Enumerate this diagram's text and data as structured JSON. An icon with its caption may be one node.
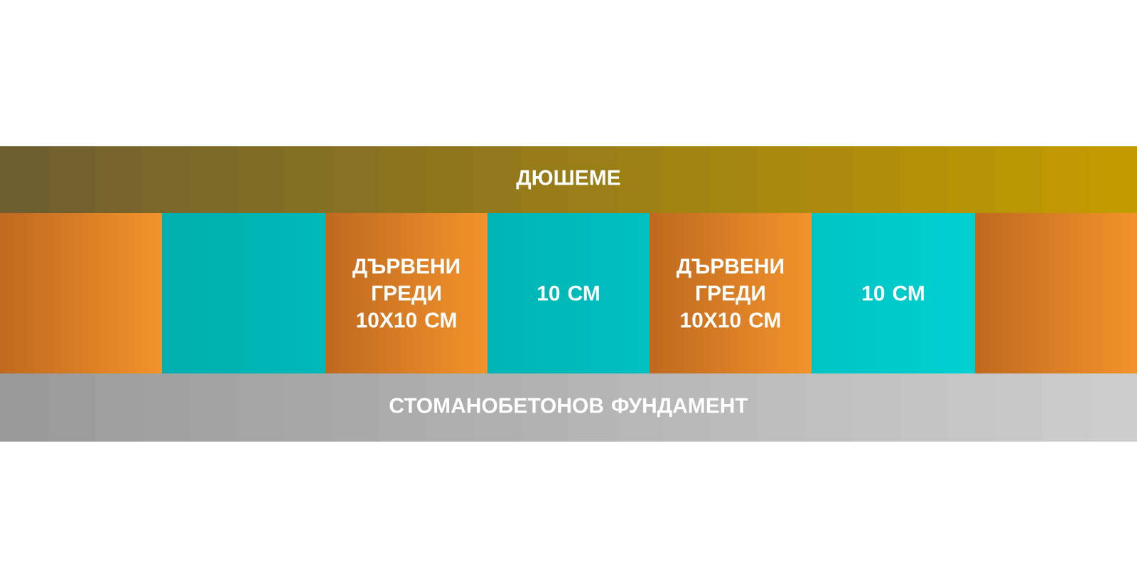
{
  "diagram": {
    "nodes": [
      {
        "text": [
          "ДЮШЕМЕ"
        ]
      },
      {
        "text": [],
        "shape": "box"
      },
      {
        "text": [],
        "shape": "box"
      },
      {
        "text": [
          "ДЪРВЕНИ ГРЕДИ 10Х10 СМ"
        ]
      },
      {
        "text": [
          "10 СМ"
        ]
      },
      {
        "text": [
          "ДЪРВЕНИ ГРЕДИ 10Х10 СМ"
        ]
      },
      {
        "text": [
          "10 СМ"
        ]
      },
      {
        "text": [],
        "shape": "box"
      },
      {
        "text": [
          "СТОМАНОБЕТОНОВ ФУНДАМЕНТ"
        ]
      }
    ]
  }
}
